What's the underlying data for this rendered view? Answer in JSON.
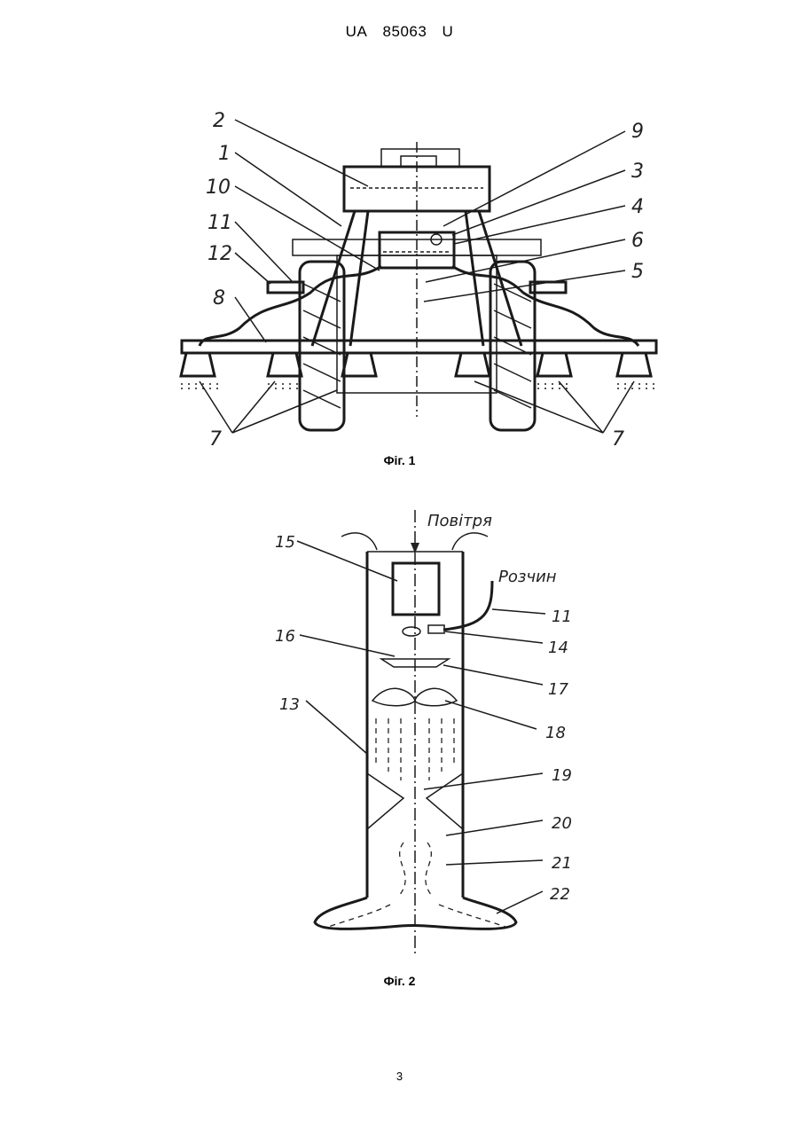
{
  "header": {
    "office": "UA",
    "number": "85063",
    "kind": "U"
  },
  "fig1": {
    "caption": "Фіг. 1",
    "labels": [
      "2",
      "1",
      "10",
      "11",
      "12",
      "8",
      "9",
      "3",
      "4",
      "6",
      "5",
      "7",
      "7"
    ]
  },
  "fig2": {
    "caption": "Фіг. 2",
    "air_label": "Повітря",
    "solution_label": "Розчин",
    "labels": [
      "15",
      "16",
      "13",
      "11",
      "14",
      "17",
      "18",
      "19",
      "20",
      "21",
      "22"
    ]
  },
  "page_number": "3"
}
